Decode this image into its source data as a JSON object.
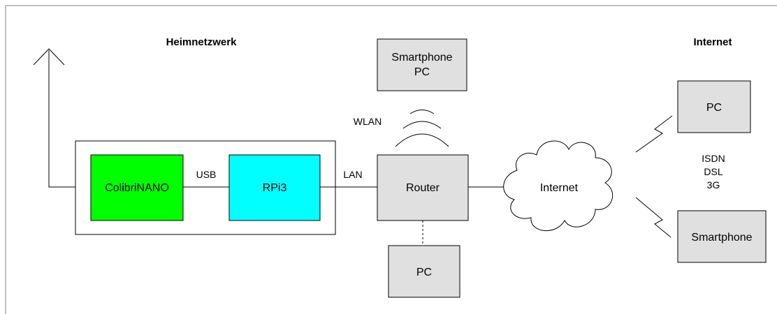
{
  "headings": {
    "home_network": "Heimnetzwerk",
    "internet": "Internet"
  },
  "nodes": {
    "colibri": {
      "label": "ColibriNANO"
    },
    "rpi": {
      "label": "RPi3"
    },
    "router": {
      "label": "Router"
    },
    "wifi_device": {
      "line1": "Smartphone",
      "line2": "PC"
    },
    "lan_pc": {
      "label": "PC"
    },
    "cloud": {
      "label": "Internet"
    },
    "remote_pc": {
      "label": "PC"
    },
    "remote_phone": {
      "label": "Smartphone"
    }
  },
  "links": {
    "usb": "USB",
    "lan": "LAN",
    "wlan": "WLAN",
    "access_line1": "ISDN",
    "access_line2": "DSL",
    "access_line3": "3G"
  },
  "colors": {
    "colibri_fill": "#00ff00",
    "rpi_fill": "#00ffff",
    "device_fill": "#e0e0e0",
    "frame": "#7f7f7f"
  }
}
